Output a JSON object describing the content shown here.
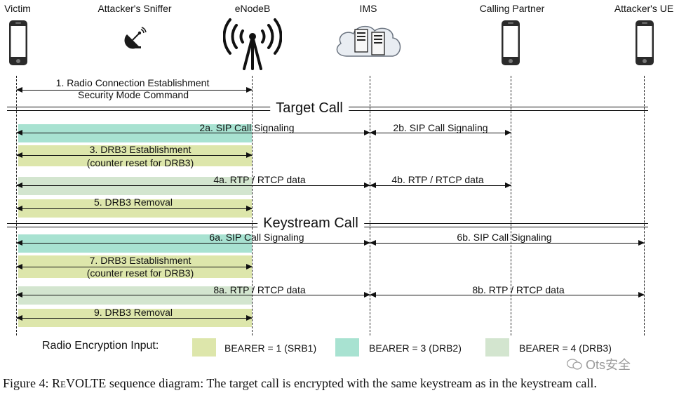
{
  "actors": [
    {
      "id": "victim",
      "label": "Victim",
      "icon": "smartphone-icon"
    },
    {
      "id": "sniffer",
      "label": "Attacker's  Sniffer",
      "icon": "satellite-dish-icon"
    },
    {
      "id": "enodeb",
      "label": "eNodeB",
      "icon": "radio-antenna-icon"
    },
    {
      "id": "ims",
      "label": "IMS",
      "icon": "cloud-server-icon"
    },
    {
      "id": "partner",
      "label": "Calling Partner",
      "icon": "smartphone-icon"
    },
    {
      "id": "attacker_ue",
      "label": "Attacker's UE",
      "icon": "smartphone-icon"
    }
  ],
  "sections": {
    "target": "Target Call",
    "keystream": "Keystream Call"
  },
  "messages": {
    "m1": "1. Radio Connection Establishment",
    "m1b": "Security Mode Command",
    "m2a": "2a. SIP Call Signaling",
    "m2b": "2b. SIP Call Signaling",
    "m3": "3. DRB3 Establishment",
    "m3b": "(counter reset for DRB3)",
    "m4a": "4a. RTP / RTCP data",
    "m4b": "4b. RTP / RTCP data",
    "m5": "5. DRB3 Removal",
    "m6a": "6a. SIP Call Signaling",
    "m6b": "6b. SIP Call Signaling",
    "m7": "7. DRB3 Establishment",
    "m7b": "(counter reset for DRB3)",
    "m8a": "8a. RTP / RTCP data",
    "m8b": "8b. RTP / RTCP data",
    "m9": "9. DRB3 Removal"
  },
  "legend": {
    "title": "Radio Encryption Input:",
    "items": [
      {
        "label": "BEARER = 1 (SRB1)",
        "color": "#dde6ab"
      },
      {
        "label": "BEARER = 3 (DRB2)",
        "color": "#a8e2d1"
      },
      {
        "label": "BEARER = 4 (DRB3)",
        "color": "#d3e5cf"
      }
    ]
  },
  "caption": {
    "prefix": "Figure 4: R",
    "smallcaps": "e",
    "mid1": "VOLTE",
    "rest": " sequence diagram: The target call is encrypted with the same keystream as in the keystream call."
  },
  "watermark": "Ots安全"
}
